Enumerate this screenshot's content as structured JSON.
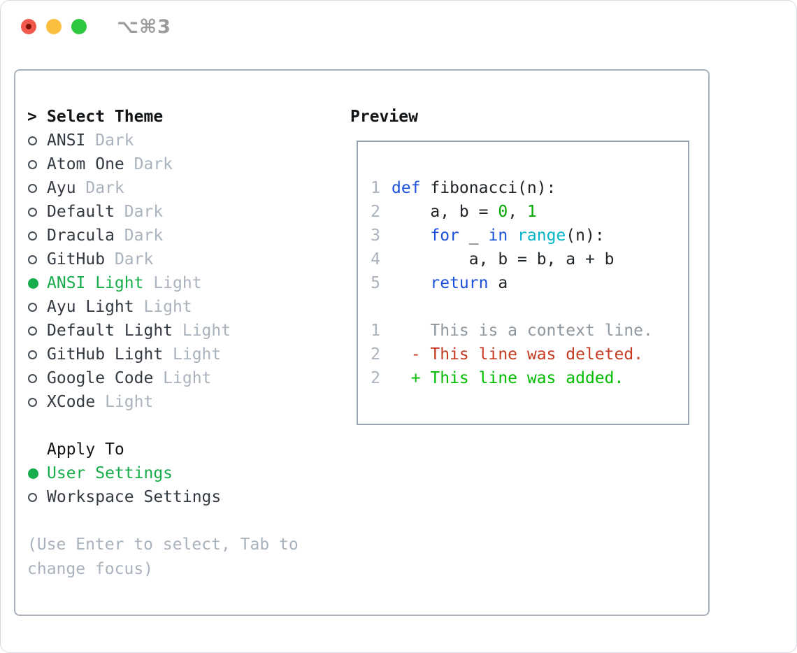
{
  "window": {
    "title_shortcut": "⌥⌘3"
  },
  "theme_selector": {
    "cursor": ">",
    "heading": "Select Theme",
    "items": [
      {
        "label": "ANSI",
        "variant": "Dark",
        "selected": false
      },
      {
        "label": "Atom One",
        "variant": "Dark",
        "selected": false
      },
      {
        "label": "Ayu",
        "variant": "Dark",
        "selected": false
      },
      {
        "label": "Default",
        "variant": "Dark",
        "selected": false
      },
      {
        "label": "Dracula",
        "variant": "Dark",
        "selected": false
      },
      {
        "label": "GitHub",
        "variant": "Dark",
        "selected": false
      },
      {
        "label": "ANSI Light",
        "variant": "Light",
        "selected": true
      },
      {
        "label": "Ayu Light",
        "variant": "Light",
        "selected": false
      },
      {
        "label": "Default Light",
        "variant": "Light",
        "selected": false
      },
      {
        "label": "GitHub Light",
        "variant": "Light",
        "selected": false
      },
      {
        "label": "Google Code",
        "variant": "Light",
        "selected": false
      },
      {
        "label": "XCode",
        "variant": "Light",
        "selected": false
      }
    ]
  },
  "apply_to": {
    "heading": "Apply To",
    "options": [
      {
        "label": "User Settings",
        "selected": true
      },
      {
        "label": "Workspace Settings",
        "selected": false
      }
    ]
  },
  "hint": "(Use Enter to select, Tab to change focus)",
  "preview": {
    "heading": "Preview",
    "lines": [
      {
        "num": "1",
        "tokens": [
          {
            "text": "def",
            "type": "keyword"
          },
          {
            "text": " fibonacci(n):",
            "type": "plain"
          }
        ]
      },
      {
        "num": "2",
        "tokens": [
          {
            "text": "    a, b = ",
            "type": "plain"
          },
          {
            "text": "0",
            "type": "number"
          },
          {
            "text": ", ",
            "type": "plain"
          },
          {
            "text": "1",
            "type": "number"
          }
        ]
      },
      {
        "num": "3",
        "tokens": [
          {
            "text": "    ",
            "type": "plain"
          },
          {
            "text": "for",
            "type": "keyword"
          },
          {
            "text": " _ ",
            "type": "plain"
          },
          {
            "text": "in",
            "type": "keyword"
          },
          {
            "text": " ",
            "type": "plain"
          },
          {
            "text": "range",
            "type": "builtin"
          },
          {
            "text": "(n):",
            "type": "plain"
          }
        ]
      },
      {
        "num": "4",
        "tokens": [
          {
            "text": "        a, b = b, a + b",
            "type": "plain"
          }
        ]
      },
      {
        "num": "5",
        "tokens": [
          {
            "text": "    ",
            "type": "plain"
          },
          {
            "text": "return",
            "type": "keyword"
          },
          {
            "text": " a",
            "type": "plain"
          }
        ]
      },
      {
        "num": "",
        "tokens": []
      },
      {
        "num": "1",
        "tokens": [
          {
            "text": "    This is a context line.",
            "type": "context"
          }
        ]
      },
      {
        "num": "2",
        "tokens": [
          {
            "text": "  - This line was deleted.",
            "type": "deleted"
          }
        ]
      },
      {
        "num": "2",
        "tokens": [
          {
            "text": "  + This line was added.",
            "type": "added"
          }
        ]
      }
    ]
  },
  "colors": {
    "selected": "#18ad4b",
    "heading": "#101417",
    "label": "#343a41",
    "gray": "#a9b2bd",
    "glyph": "#9b9b9b",
    "panel-border": "#a9b2bc",
    "preview-border": "#9aa5b1",
    "linenum": "#a9b2bd",
    "code": "#1f2429",
    "keyword": "#1b51d9",
    "builtin": "#00b6c8",
    "number": "#00a800",
    "context": "#8f979f",
    "deleted": "#c53b22",
    "added": "#00bd00",
    "tl-red": "#f2574b",
    "tl-red-dot": "#7c1206",
    "tl-yellow": "#fcbe3f",
    "tl-green": "#2ec840"
  }
}
